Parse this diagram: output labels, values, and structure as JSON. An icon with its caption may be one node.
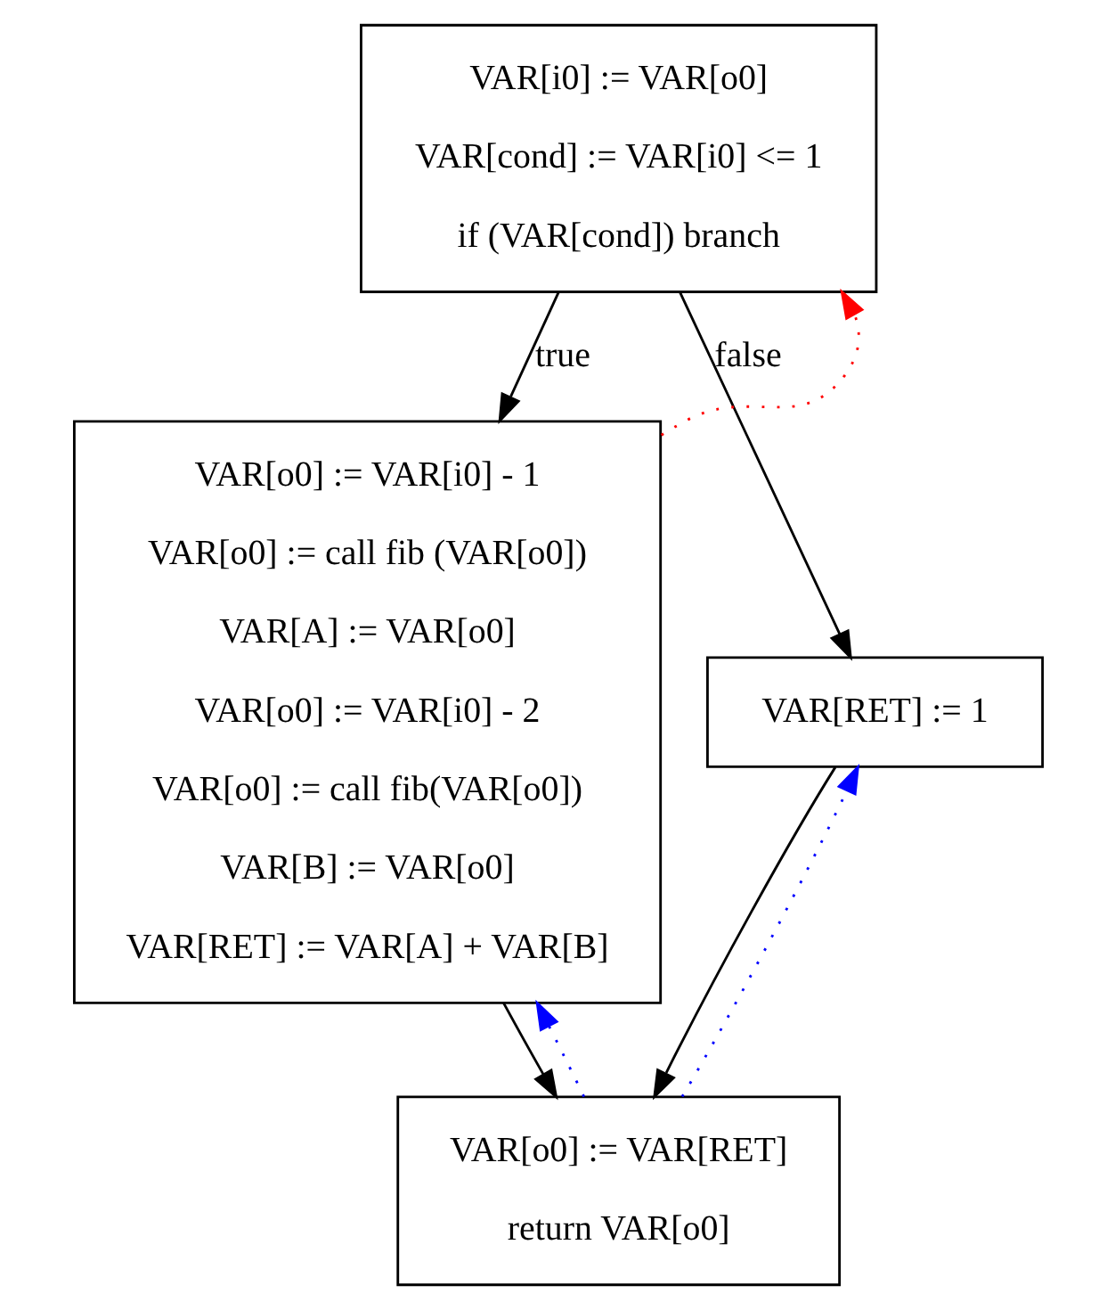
{
  "diagram": {
    "nodes": [
      {
        "text": [
          "VAR[i0] := VAR[o0]",
          "VAR[cond] := VAR[i0] <= 1",
          "if (VAR[cond]) branch"
        ]
      },
      {
        "text": [
          "VAR[o0] := VAR[i0] - 1",
          "VAR[o0] := call fib (VAR[o0])",
          "VAR[A] := VAR[o0]",
          "VAR[o0] := VAR[i0] - 2",
          "VAR[o0] := call fib(VAR[o0])",
          "VAR[B] := VAR[o0]",
          "VAR[RET] := VAR[A] + VAR[B]"
        ]
      },
      {
        "text": [
          "VAR[RET] := 1"
        ]
      },
      {
        "text": [
          "VAR[o0] := VAR[RET]",
          "return VAR[o0]"
        ]
      }
    ],
    "edges": [
      {
        "from": 0,
        "to": 1,
        "arrow": "to",
        "label": "true"
      },
      {
        "from": 0,
        "to": 2,
        "arrow": "to",
        "label": "false"
      },
      {
        "from": 1,
        "to": 3,
        "arrow": "to"
      },
      {
        "from": 2,
        "to": 3,
        "arrow": "to"
      },
      {
        "from": 1,
        "to": 0,
        "arrow": "to",
        "style": "dashed",
        "color": "#ff0000"
      },
      {
        "from": 3,
        "to": 1,
        "arrow": "to",
        "style": "dashed",
        "color": "#0000ff"
      },
      {
        "from": 3,
        "to": 2,
        "arrow": "to",
        "style": "dashed",
        "color": "#0000ff"
      }
    ]
  }
}
